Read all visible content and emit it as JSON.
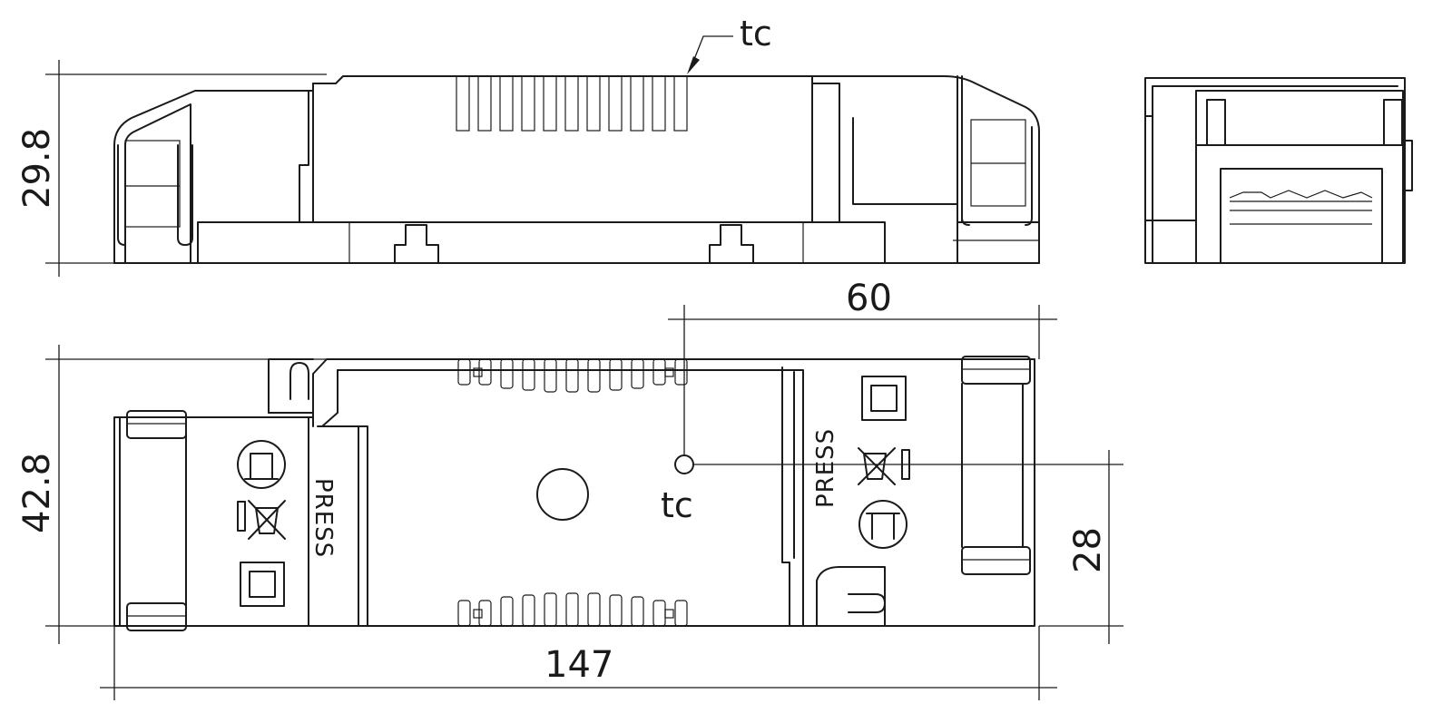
{
  "dimensions": {
    "height_side": "29.8",
    "width_top": "42.8",
    "length": "147",
    "tc_position_x": "60",
    "tc_position_y": "28"
  },
  "labels": {
    "tc_side": "tc",
    "tc_top": "tc",
    "press_left": "PRESS",
    "press_right": "PRESS"
  }
}
